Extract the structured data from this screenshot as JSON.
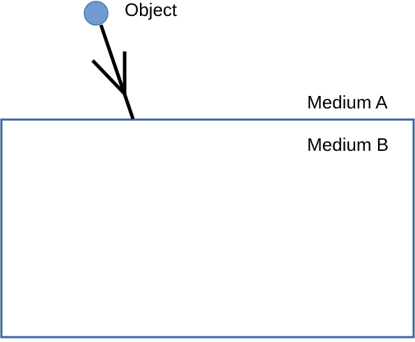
{
  "labels": {
    "object": "Object",
    "medium_a": "Medium A",
    "medium_b": "Medium B"
  },
  "colors": {
    "object_fill": "#6f9bd1",
    "object_stroke": "#4a76ad",
    "medium_b_border": "#3a679e",
    "ray": "#000000"
  }
}
